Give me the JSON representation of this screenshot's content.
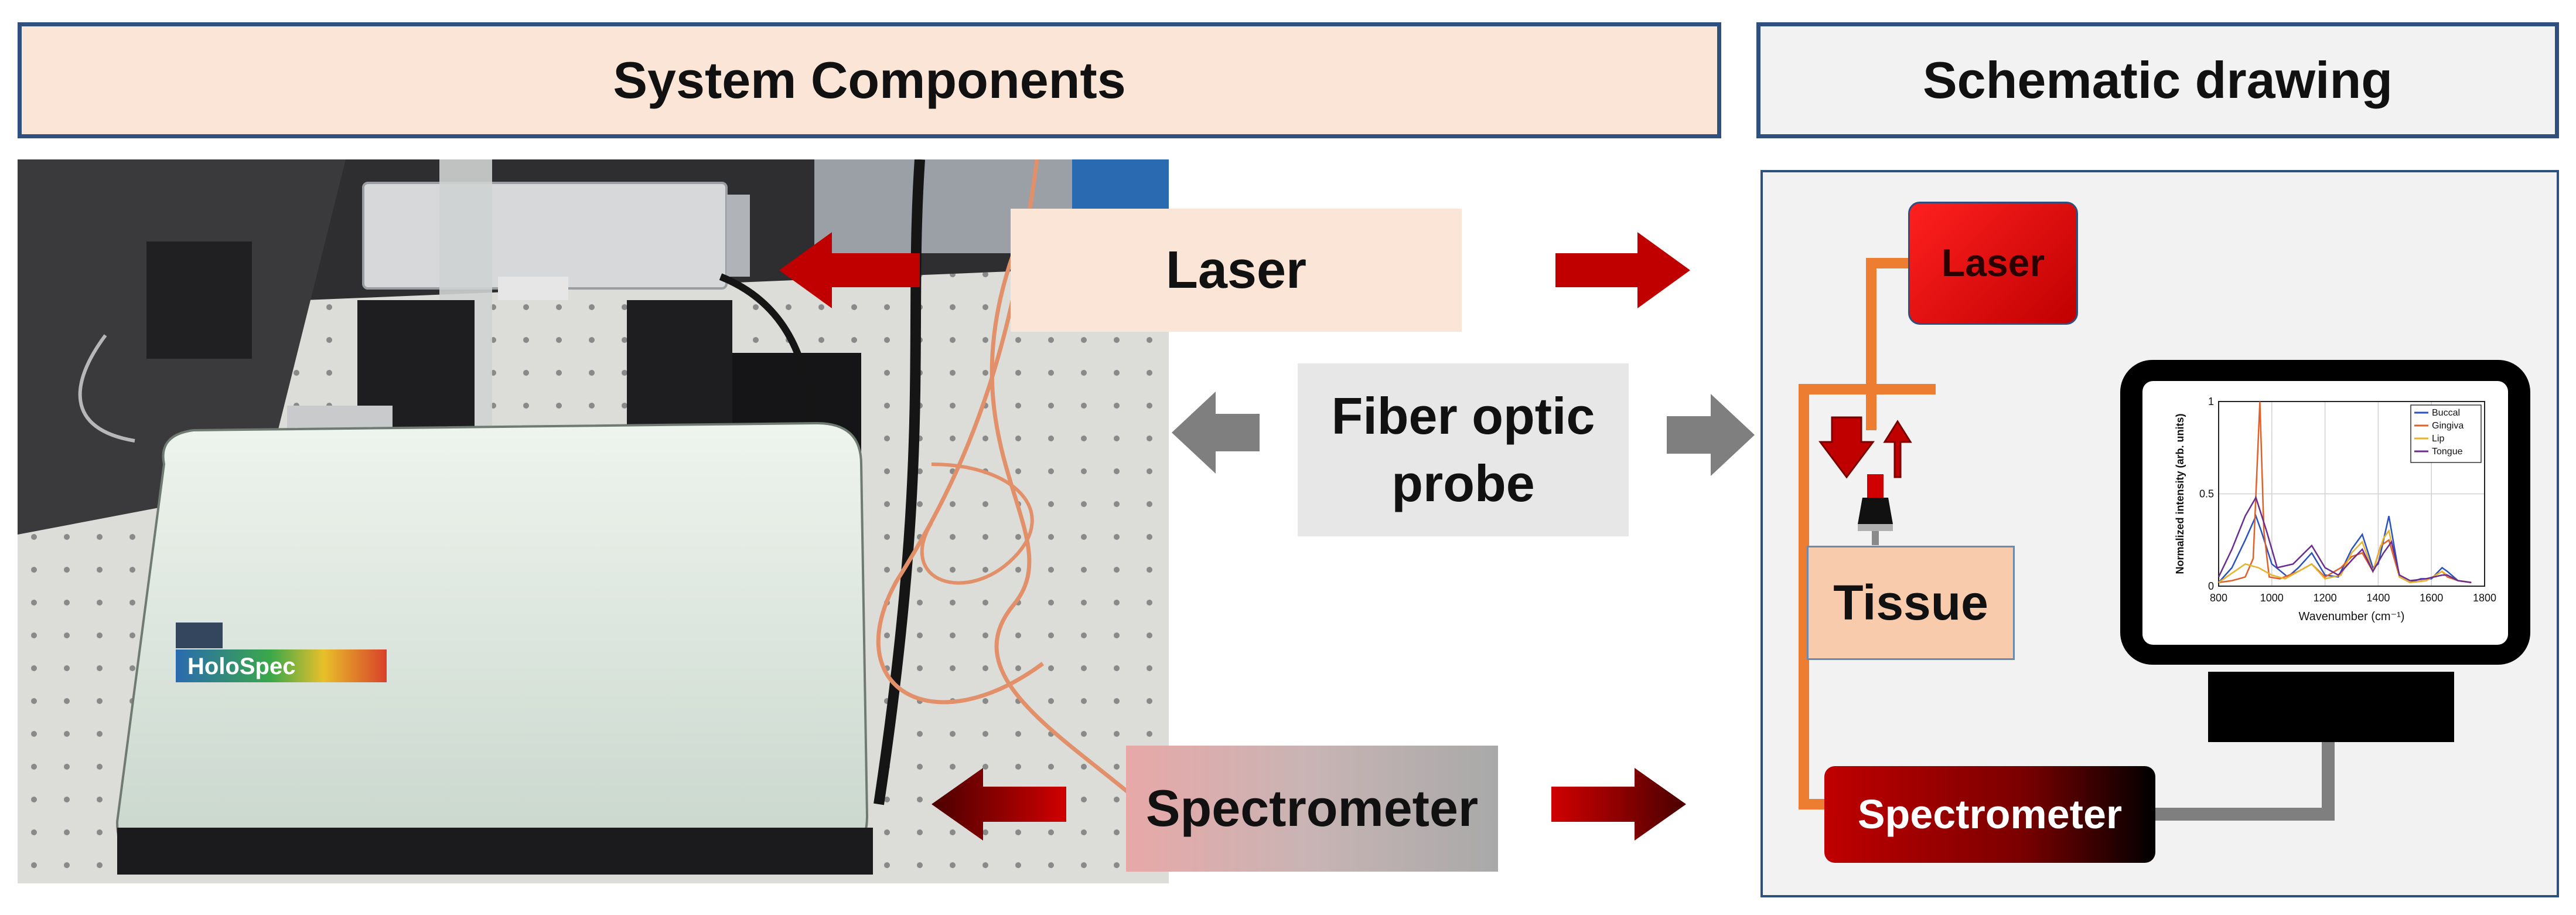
{
  "headers": {
    "system_components": "System Components",
    "schematic_drawing": "Schematic drawing"
  },
  "component_labels": {
    "laser": "Laser",
    "fiber_probe_line1": "Fiber optic",
    "fiber_probe_line2": "probe",
    "spectrometer": "Spectrometer"
  },
  "schematic_labels": {
    "laser": "Laser",
    "tissue": "Tissue",
    "spectrometer": "Spectrometer"
  },
  "photo": {
    "device_brand": "HoloSpec"
  },
  "chart_data": {
    "type": "line",
    "xlabel": "Wavenumber (cm⁻¹)",
    "ylabel": "Normalized intensity (arb. units)",
    "xlim": [
      800,
      1800
    ],
    "ylim": [
      0,
      1
    ],
    "x_ticks": [
      800,
      1000,
      1200,
      1400,
      1600,
      1800
    ],
    "y_ticks": [
      0,
      0.5,
      1
    ],
    "grid": true,
    "legend_position": "top-right",
    "series": [
      {
        "name": "Buccal",
        "color": "#2a52be",
        "x": [
          800,
          850,
          900,
          940,
          960,
          1000,
          1060,
          1100,
          1150,
          1200,
          1250,
          1300,
          1340,
          1380,
          1400,
          1440,
          1480,
          1520,
          1560,
          1600,
          1640,
          1660,
          1700,
          1750
        ],
        "y": [
          0.02,
          0.1,
          0.25,
          0.38,
          0.3,
          0.12,
          0.05,
          0.1,
          0.18,
          0.06,
          0.05,
          0.2,
          0.28,
          0.1,
          0.12,
          0.38,
          0.05,
          0.02,
          0.04,
          0.04,
          0.1,
          0.08,
          0.03,
          0.02
        ]
      },
      {
        "name": "Gingiva",
        "color": "#e0602a",
        "x": [
          800,
          850,
          900,
          930,
          955,
          970,
          990,
          1030,
          1100,
          1150,
          1200,
          1260,
          1300,
          1340,
          1380,
          1410,
          1440,
          1480,
          1520,
          1580,
          1640,
          1660,
          1700,
          1750
        ],
        "y": [
          0.02,
          0.03,
          0.05,
          0.15,
          1.0,
          0.3,
          0.05,
          0.04,
          0.08,
          0.12,
          0.05,
          0.1,
          0.16,
          0.18,
          0.08,
          0.22,
          0.25,
          0.05,
          0.02,
          0.03,
          0.08,
          0.05,
          0.03,
          0.02
        ]
      },
      {
        "name": "Lip",
        "color": "#e8b32a",
        "x": [
          800,
          860,
          900,
          950,
          1000,
          1050,
          1100,
          1150,
          1200,
          1260,
          1300,
          1340,
          1380,
          1420,
          1440,
          1480,
          1520,
          1580,
          1640,
          1660,
          1700,
          1750
        ],
        "y": [
          0.02,
          0.08,
          0.12,
          0.1,
          0.06,
          0.04,
          0.08,
          0.12,
          0.04,
          0.06,
          0.18,
          0.24,
          0.08,
          0.26,
          0.3,
          0.05,
          0.02,
          0.03,
          0.08,
          0.06,
          0.03,
          0.02
        ]
      },
      {
        "name": "Tongue",
        "color": "#6a2c8e",
        "x": [
          800,
          850,
          900,
          940,
          980,
          1020,
          1080,
          1150,
          1200,
          1250,
          1300,
          1340,
          1380,
          1420,
          1450,
          1480,
          1520,
          1580,
          1640,
          1660,
          1700,
          1750
        ],
        "y": [
          0.05,
          0.2,
          0.38,
          0.48,
          0.3,
          0.1,
          0.12,
          0.22,
          0.1,
          0.06,
          0.14,
          0.2,
          0.08,
          0.18,
          0.24,
          0.06,
          0.03,
          0.04,
          0.06,
          0.06,
          0.03,
          0.02
        ]
      }
    ]
  }
}
